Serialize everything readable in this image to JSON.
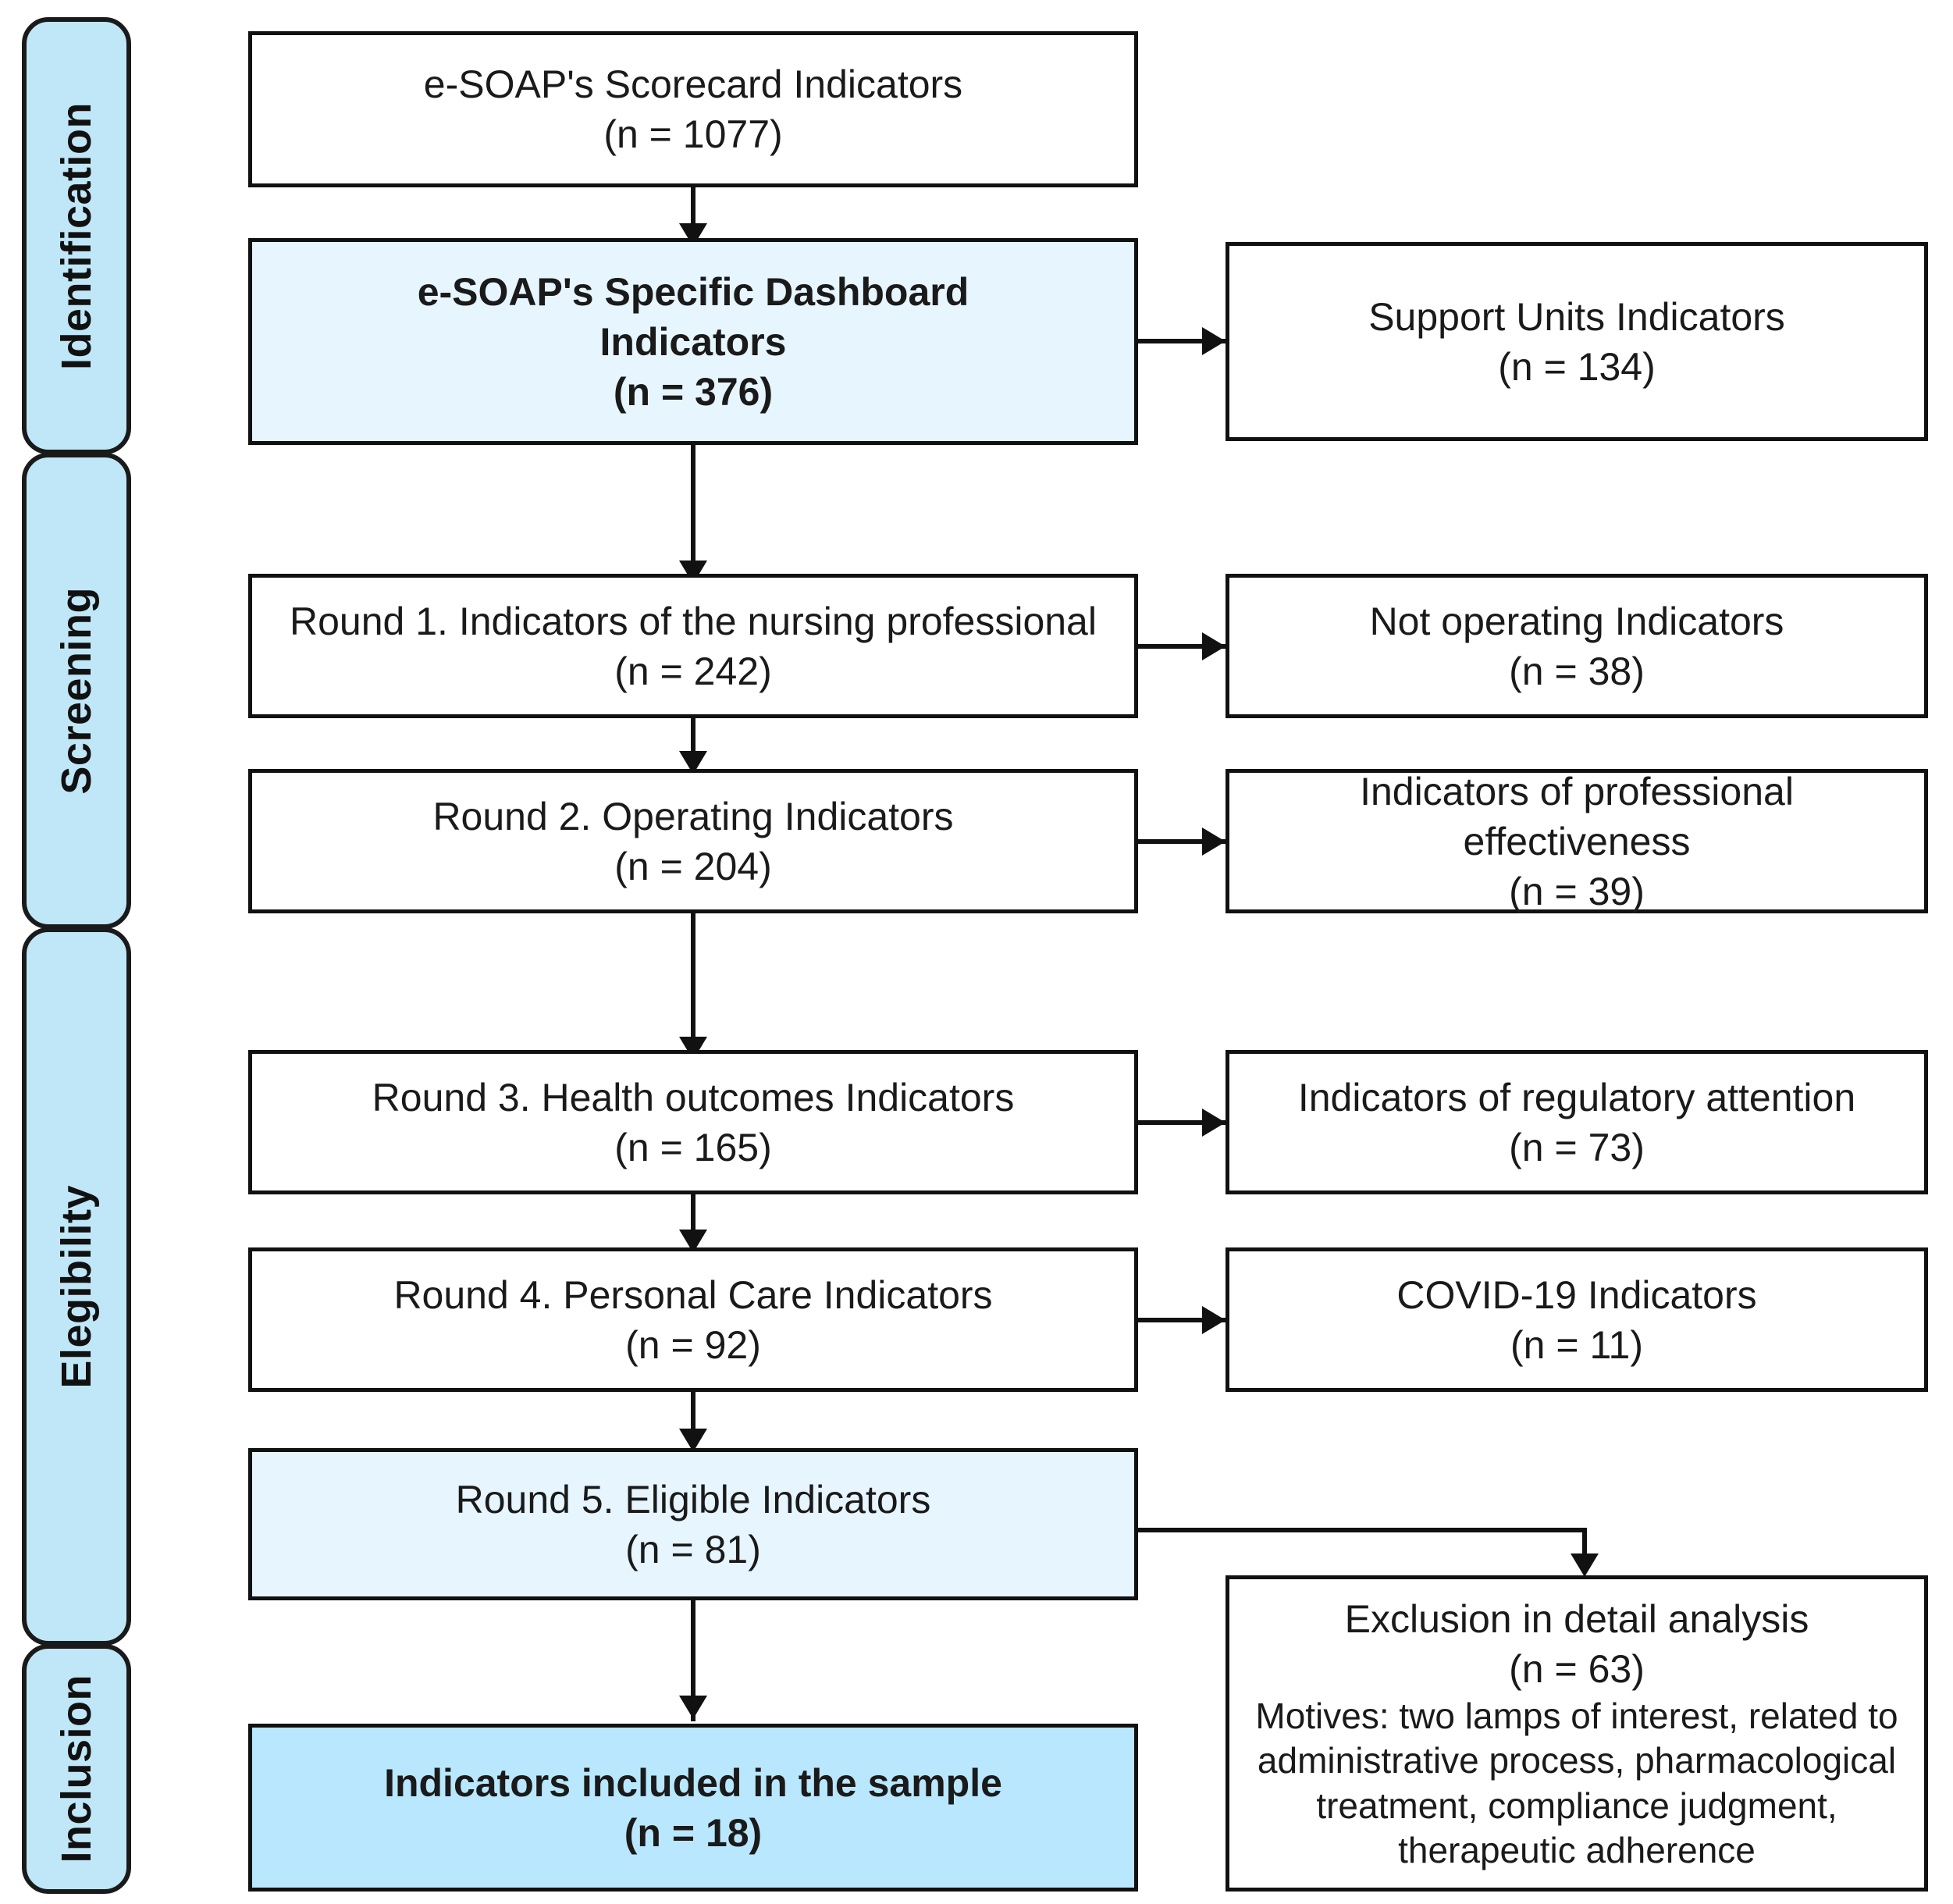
{
  "figure": {
    "type": "prisma-flow-diagram",
    "colors": {
      "stage_pill_fill": "#bfe7f8",
      "pale_box_fill": "#e6f5fe",
      "included_box_fill": "#b9e7fd",
      "border": "#111111",
      "background": "#ffffff"
    }
  },
  "stages": [
    {
      "id": "identification",
      "label": "Identification"
    },
    {
      "id": "screening",
      "label": "Screening"
    },
    {
      "id": "elegibility",
      "label": "Elegibility"
    },
    {
      "id": "inclusion",
      "label": "Inclusion"
    }
  ],
  "main_flow": [
    {
      "id": "scorecard",
      "title": "e-SOAP's Scorecard Indicators",
      "count": "(n = 1077)",
      "emphasis": "normal",
      "fill": "white"
    },
    {
      "id": "dashboard",
      "title": "e-SOAP's Specific Dashboard\nIndicators",
      "count": "(n = 376)",
      "emphasis": "bold",
      "fill": "pale"
    },
    {
      "id": "round1",
      "title": "Round 1. Indicators of the nursing professional",
      "count": "(n = 242)",
      "emphasis": "normal",
      "fill": "white"
    },
    {
      "id": "round2",
      "title": "Round 2. Operating Indicators",
      "count": "(n = 204)",
      "emphasis": "normal",
      "fill": "white"
    },
    {
      "id": "round3",
      "title": "Round 3. Health outcomes Indicators",
      "count": "(n = 165)",
      "emphasis": "normal",
      "fill": "white"
    },
    {
      "id": "round4",
      "title": "Round 4. Personal Care Indicators",
      "count": "(n = 92)",
      "emphasis": "normal",
      "fill": "white"
    },
    {
      "id": "round5",
      "title": "Round 5. Eligible Indicators",
      "count": "(n = 81)",
      "emphasis": "normal",
      "fill": "pale"
    },
    {
      "id": "included",
      "title": "Indicators included in the sample",
      "count": "(n = 18)",
      "emphasis": "bold",
      "fill": "blue"
    }
  ],
  "excluded_flow": [
    {
      "id": "support-units",
      "title": "Support Units Indicators",
      "count": "(n = 134)"
    },
    {
      "id": "not-operating",
      "title": "Not operating Indicators",
      "count": "(n = 38)"
    },
    {
      "id": "professional-effectiveness",
      "title": "Indicators of professional effectiveness",
      "count": "(n = 39)"
    },
    {
      "id": "regulatory-attention",
      "title": "Indicators of regulatory attention",
      "count": "(n = 73)"
    },
    {
      "id": "covid-19",
      "title": "COVID-19 Indicators",
      "count": "(n = 11)"
    },
    {
      "id": "exclusion-detail",
      "title": "Exclusion in detail analysis",
      "count": "(n = 63)",
      "motives": "Motives: two lamps of interest, related to administrative process, pharmacological treatment, compliance judgment, therapeutic adherence"
    }
  ]
}
